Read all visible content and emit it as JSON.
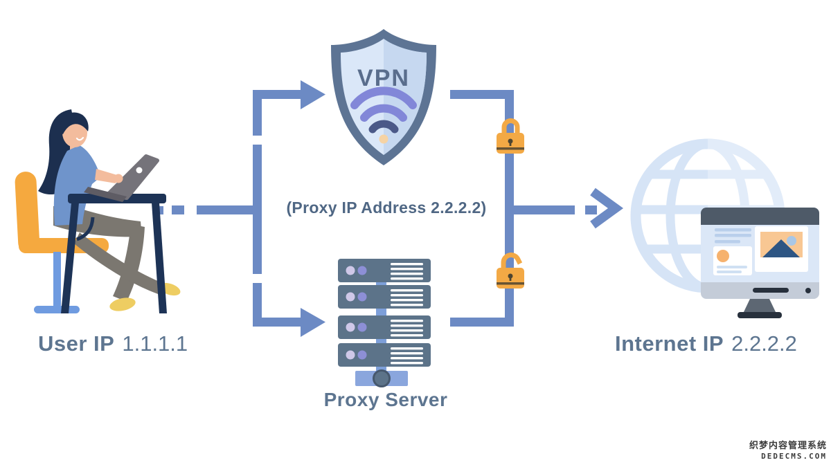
{
  "labels": {
    "vpn_badge": "VPN",
    "user_prefix": "User IP",
    "user_ip": "1.1.1.1",
    "proxy_note": "(Proxy IP Address 2.2.2.2)",
    "proxy_server": "Proxy Server",
    "internet_prefix": "Internet IP",
    "internet_ip": "2.2.2.2"
  },
  "watermark": {
    "line1": "织梦内容管理系统",
    "line2": "DEDECMS.COM"
  },
  "colors": {
    "connector": "#6c8ac4",
    "slate-text": "#5d7590",
    "note-text": "#4f6784",
    "shield-border": "#5d7494",
    "shield-left": "#dae7f8",
    "shield-right": "#c6d8f0",
    "shield-text": "#596d8c",
    "wifi-purple": "#8287d8",
    "wifi-dark": "#4b5988",
    "wifi-dot": "#f6d3a4",
    "lock-orange": "#f3a945",
    "lock-dark": "#4d4430",
    "server-slate": "#5c7389",
    "server-dot1": "#cfc8e8",
    "server-dot2": "#8d8fd6",
    "server-link": "#7d9fd9",
    "server-base": "#8aa6dd",
    "globe-blue": "#d6e4f6",
    "monitor-dark": "#4e5a68",
    "monitor-bezel": "#c4ccd8",
    "monitor-stand": "#5d6773",
    "monitor-base": "#27303c",
    "screen-blue": "#dbe7f7",
    "screen-line": "#b9cfeb",
    "card-line": "#cfe0f3",
    "accent-orange": "#f6b26e",
    "img-orange": "#f8c793",
    "img-navy": "#2d5583",
    "img-sun": "#a9c7e6",
    "chair-orange": "#f5a93f",
    "chair-blue": "#6f9be0",
    "hair-navy": "#1c2f4f",
    "skin": "#f3bc9d",
    "shirt-blue": "#6f94cb",
    "pants-gray": "#7b7770",
    "desk-navy": "#1d3356",
    "laptop-gray": "#75737a",
    "laptop-dark": "#5e5c64",
    "shoe-yellow": "#eecd62",
    "watermark-ink": "#3c3c3c"
  }
}
